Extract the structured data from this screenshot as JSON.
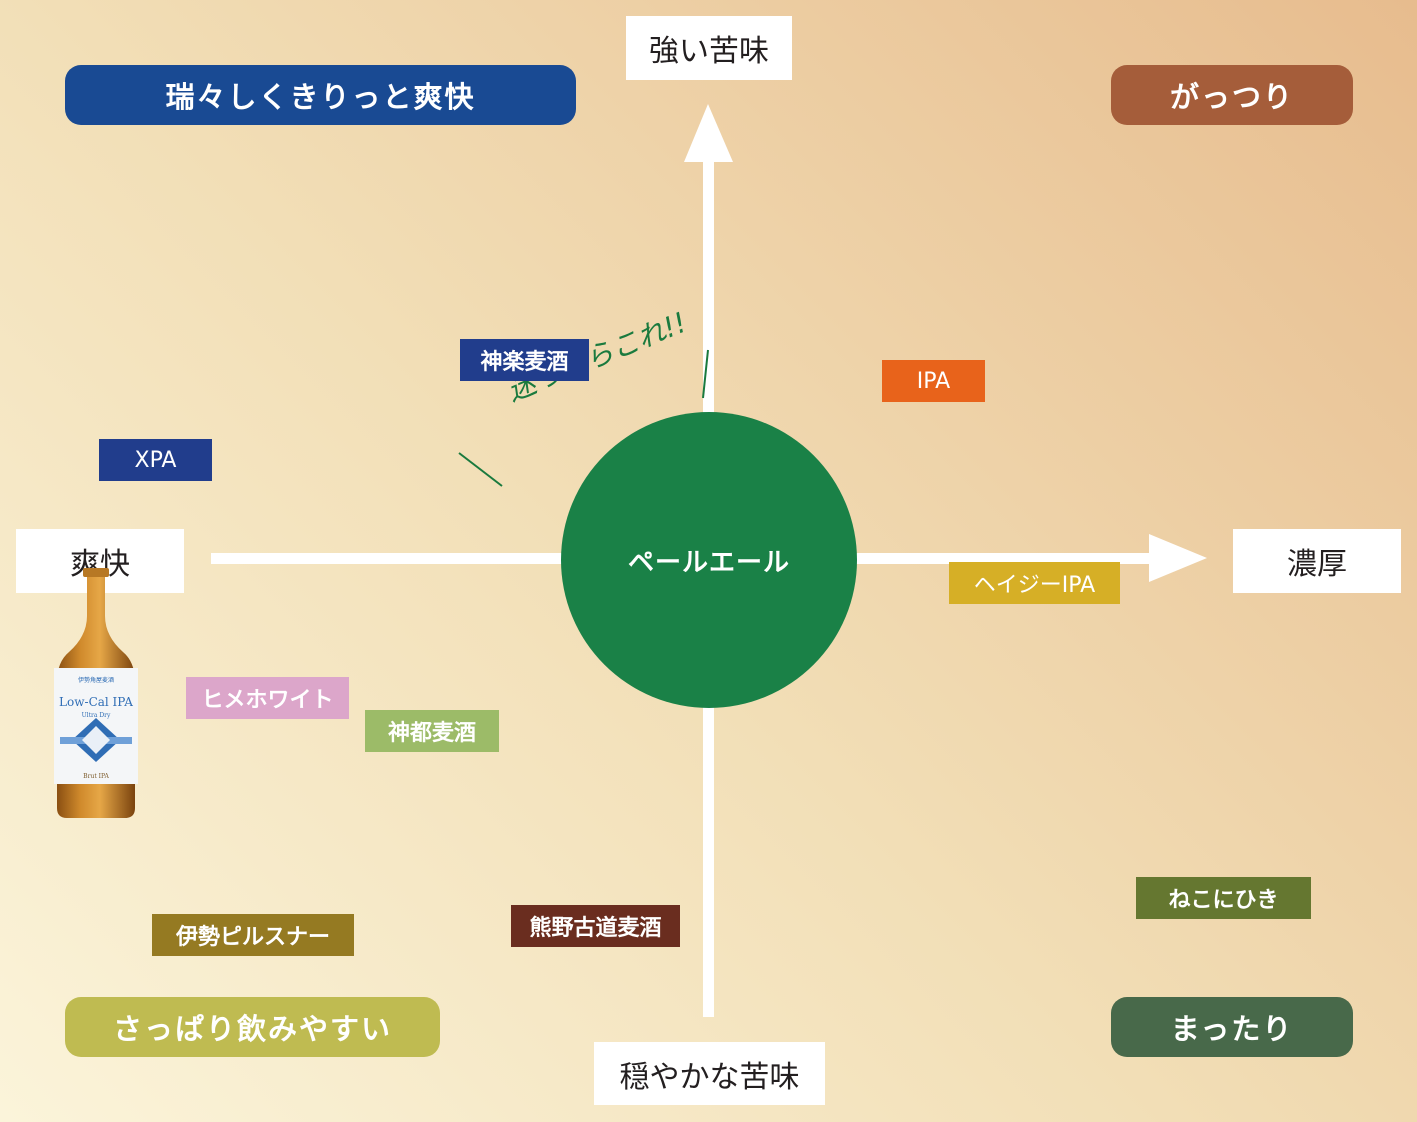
{
  "axes": {
    "top": "強い苦味",
    "bottom": "穏やかな苦味",
    "left": "爽快",
    "right": "濃厚"
  },
  "quadrants": {
    "top_left": "瑞々しくきりっと爽快",
    "top_right": "がっつり",
    "bottom_left": "さっぱり飲みやすい",
    "bottom_right": "まったり"
  },
  "center": {
    "label": "ペールエール",
    "note": "迷ったらこれ!!"
  },
  "beers": {
    "kagura": "神楽麦酒",
    "xpa": "XPA",
    "ipa": "IPA",
    "hazy": "ヘイジーIPA",
    "hime": "ヒメホワイト",
    "jinto": "神都麦酒",
    "pilsner": "伊勢ピルスナー",
    "kumano": "熊野古道麦酒",
    "neko": "ねこにひき"
  },
  "bottle": {
    "label_top": "伊勢角屋麦酒",
    "label_main": "Low-Cal IPA",
    "label_sub": "Ultra Dry",
    "label_bottom": "Brut IPA"
  },
  "colors": {
    "center_green": "#1a8147",
    "arrow": "#ffffff",
    "top_left_pill": "#194a93",
    "top_right_pill": "#a55d3a",
    "bottom_left_pill": "#bfbb51",
    "bottom_right_pill": "#48694a",
    "kagura": "#213d8c",
    "xpa": "#213d8c",
    "ipa": "#e8631b",
    "hazy": "#d6af26",
    "hime": "#dca6ca",
    "jinto": "#9cbb68",
    "pilsner": "#957a22",
    "kumano": "#6a2d1f",
    "neko": "#657730"
  }
}
